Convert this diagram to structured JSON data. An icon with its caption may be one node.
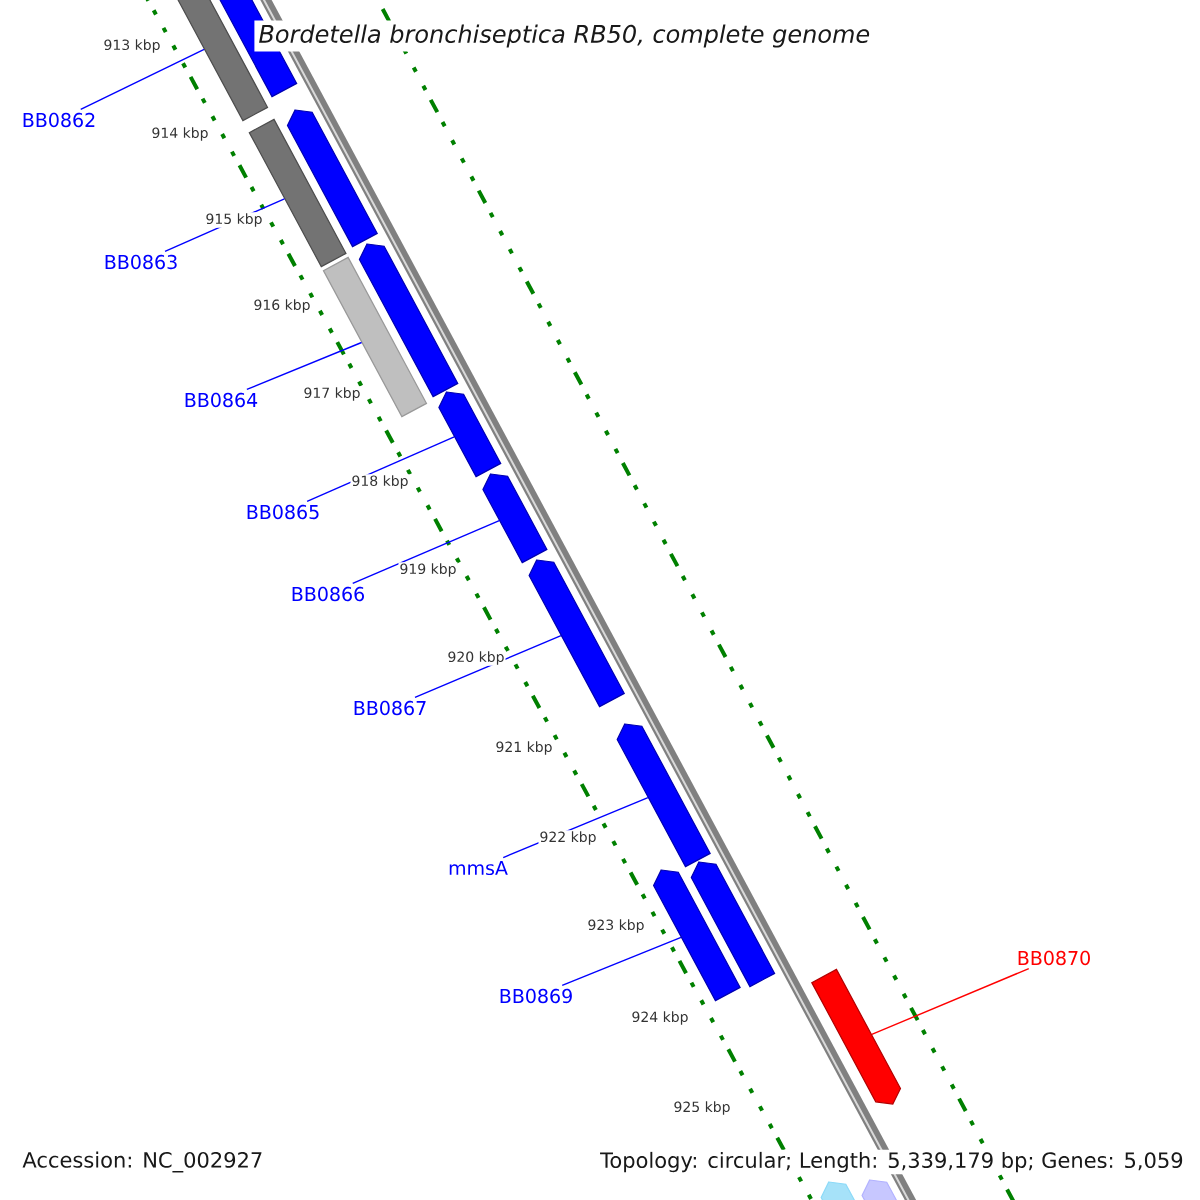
{
  "diagram": {
    "title": "Bordetella bronchiseptica RB50, complete genome",
    "nodes": [
      {
        "text": [
          "BB0862"
        ]
      },
      {
        "text": [
          "BB0863"
        ]
      },
      {
        "text": [
          "BB0864"
        ]
      },
      {
        "text": [
          "BB0865"
        ]
      },
      {
        "text": [
          "BB0866"
        ]
      },
      {
        "text": [
          "BB0867"
        ]
      },
      {
        "text": [
          "mmsA"
        ]
      },
      {
        "text": [
          "BB0869"
        ]
      },
      {
        "text": [
          "BB0870"
        ]
      },
      {
        "text": [],
        "shape": "bar"
      },
      {
        "text": [],
        "shape": "bar"
      },
      {
        "text": [],
        "shape": "bar"
      },
      {
        "text": [],
        "shape": "bar"
      },
      {
        "text": [],
        "shape": "bar"
      },
      {
        "text": [],
        "shape": "bar"
      },
      {
        "text": [],
        "shape": "bar"
      },
      {
        "text": [],
        "shape": "bar"
      },
      {
        "text": [],
        "shape": "bar"
      },
      {
        "text": [],
        "shape": "bar"
      },
      {
        "text": [],
        "shape": "bar"
      },
      {
        "text": [],
        "shape": "bar"
      },
      {
        "text": [],
        "shape": "bar"
      },
      {
        "text": [],
        "shape": "bar"
      },
      {
        "text": [],
        "shape": "bar"
      }
    ],
    "edges": [
      {
        "from": 0,
        "to": 10,
        "arrow": "none"
      },
      {
        "from": 1,
        "to": 12,
        "arrow": "none"
      },
      {
        "from": 2,
        "to": 14,
        "arrow": "none"
      },
      {
        "from": 3,
        "to": 15,
        "arrow": "none"
      },
      {
        "from": 4,
        "to": 16,
        "arrow": "none"
      },
      {
        "from": 5,
        "to": 17,
        "arrow": "none"
      },
      {
        "from": 6,
        "to": 18,
        "arrow": "none"
      },
      {
        "from": 7,
        "to": 20,
        "arrow": "none"
      },
      {
        "from": 8,
        "to": 21,
        "arrow": "none",
        "color": "#ff0000"
      }
    ],
    "labels": [
      "913 kbp",
      "914 kbp",
      "915 kbp",
      "916 kbp",
      "917 kbp",
      "918 kbp",
      "919 kbp",
      "920 kbp",
      "921 kbp",
      "922 kbp",
      "923 kbp",
      "924 kbp",
      "925 kbp",
      "Accession: NC_002927",
      "Topology: circular; Length: 5,339,179 bp; Genes: 5,059"
    ]
  }
}
